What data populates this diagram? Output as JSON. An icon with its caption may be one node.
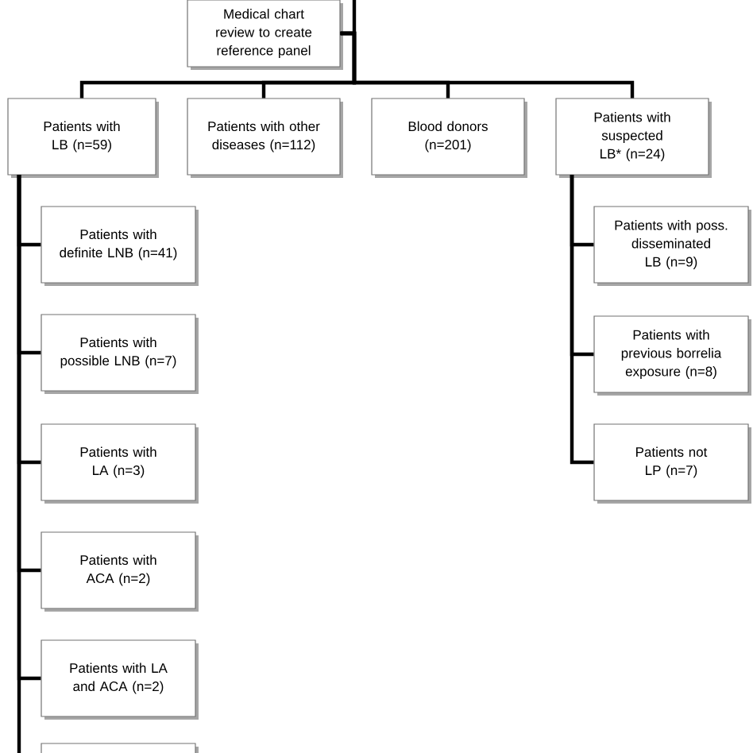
{
  "diagram": {
    "nodes": [
      {
        "text": [
          "Medical chart review to create reference panel"
        ]
      },
      {
        "text": [
          "Patients with LB (n=59)"
        ]
      },
      {
        "text": [
          "Patients with other diseases (n=112)"
        ]
      },
      {
        "text": [
          "Blood donors (n=201)"
        ]
      },
      {
        "text": [
          "Patients with suspected LB* (n=24)"
        ]
      },
      {
        "text": [
          "Patients with definite LNB (n=41)"
        ]
      },
      {
        "text": [
          "Patients with possible LNB (n=7)"
        ]
      },
      {
        "text": [
          "Patients with LA (n=3)"
        ]
      },
      {
        "text": [
          "Patients with ACA (n=2)"
        ]
      },
      {
        "text": [
          "Patients with LA and ACA (n=2)"
        ]
      },
      {
        "text": [],
        "shape": "box"
      },
      {
        "text": [
          "Patients with poss. disseminated LB (n=9)"
        ]
      },
      {
        "text": [
          "Patients with previous borrelia exposure (n=8)"
        ]
      },
      {
        "text": [
          "Patients not LP (n=7)"
        ]
      }
    ],
    "edges": [
      {
        "from": 0,
        "to": 1,
        "arrow": "none"
      },
      {
        "from": 0,
        "to": 2,
        "arrow": "none"
      },
      {
        "from": 0,
        "to": 3,
        "arrow": "none"
      },
      {
        "from": 0,
        "to": 4,
        "arrow": "none"
      },
      {
        "from": 1,
        "to": 5,
        "arrow": "none"
      },
      {
        "from": 1,
        "to": 6,
        "arrow": "none"
      },
      {
        "from": 1,
        "to": 7,
        "arrow": "none"
      },
      {
        "from": 1,
        "to": 8,
        "arrow": "none"
      },
      {
        "from": 1,
        "to": 9,
        "arrow": "none"
      },
      {
        "from": 1,
        "to": 10,
        "arrow": "none"
      },
      {
        "from": 4,
        "to": 11,
        "arrow": "none"
      },
      {
        "from": 4,
        "to": 12,
        "arrow": "none"
      },
      {
        "from": 4,
        "to": 13,
        "arrow": "none"
      }
    ]
  }
}
